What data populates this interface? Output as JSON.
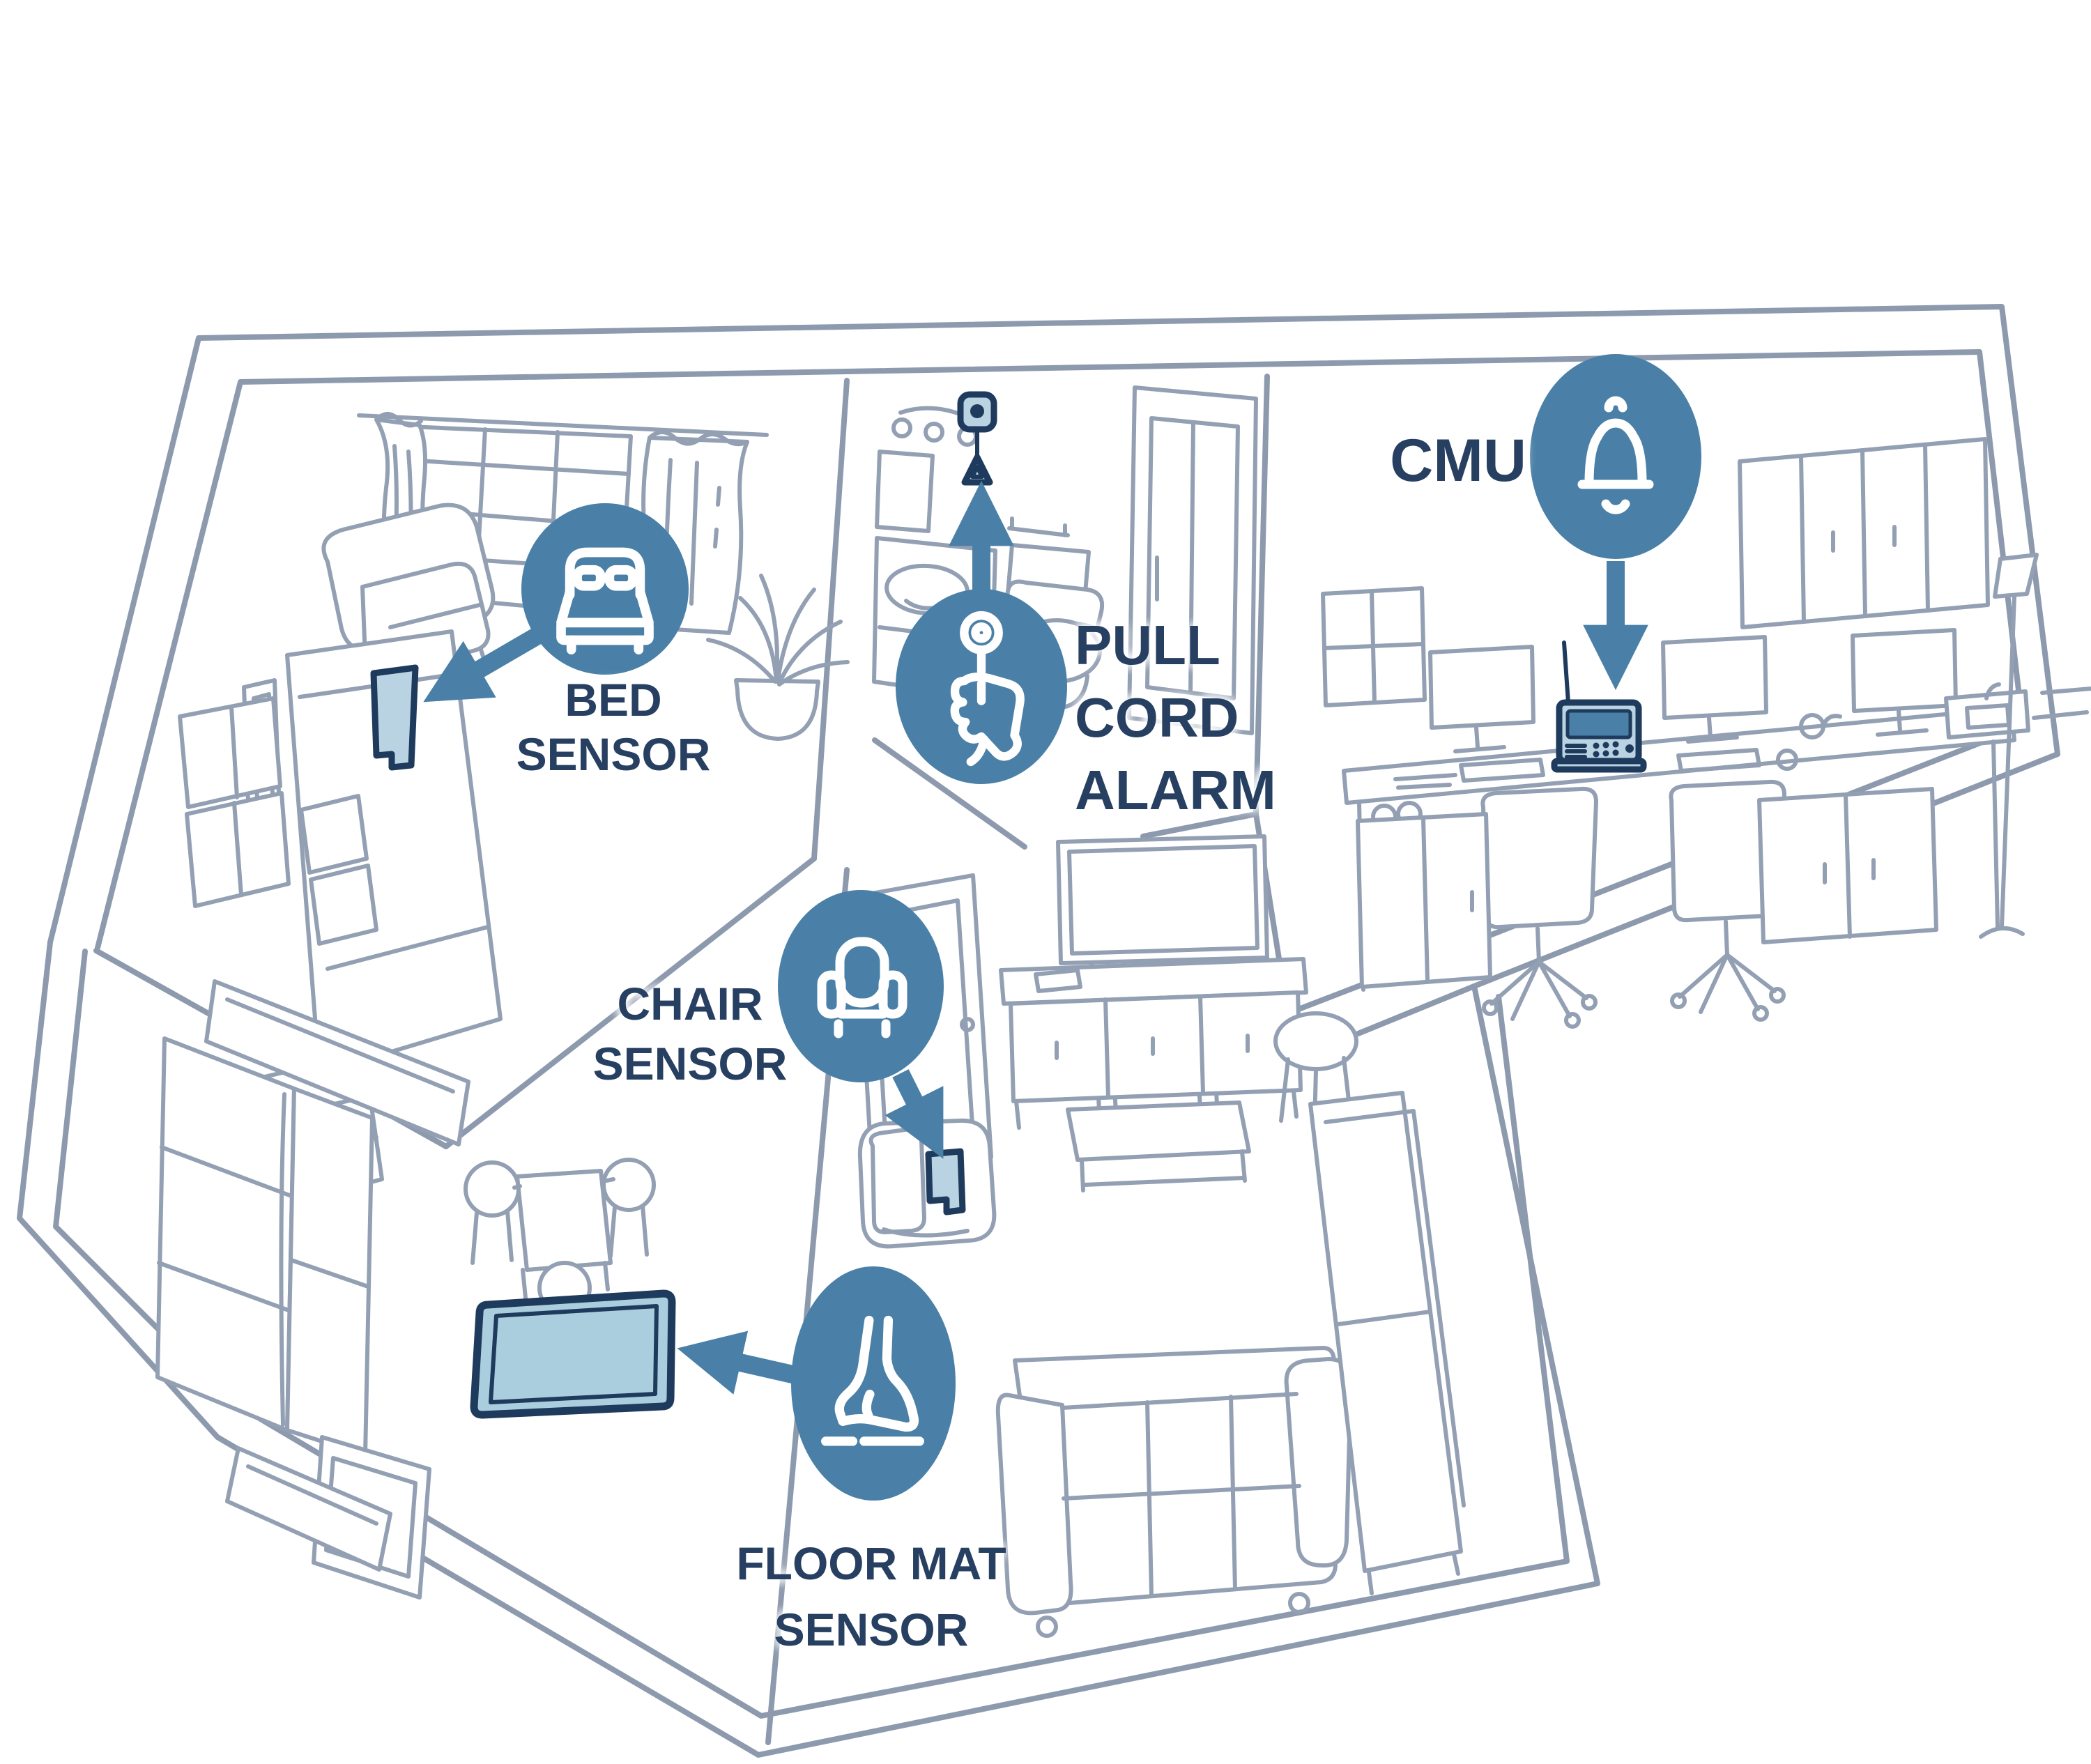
{
  "callouts": {
    "bed_sensor": {
      "label": "BED\nSENSOR",
      "icon": "bed-icon"
    },
    "pull_cord_alarm": {
      "label": "PULL\nCORD\nALARM",
      "icon": "pull-cord-hand-icon"
    },
    "cmu": {
      "label": "CMU",
      "icon": "bell-icon"
    },
    "chair_sensor": {
      "label": "CHAIR\nSENSOR",
      "icon": "armchair-icon"
    },
    "floor_mat_sensor": {
      "label": "FLOOR MAT\nSENSOR",
      "icon": "foot-icon"
    }
  },
  "colors": {
    "callout_blue": "#4a80a7",
    "label_navy": "#274062",
    "line_art": "#93a0b3",
    "sensor_fill": "#b9d3e2",
    "sensor_stroke": "#1e3a5c",
    "background": "#ffffff"
  }
}
